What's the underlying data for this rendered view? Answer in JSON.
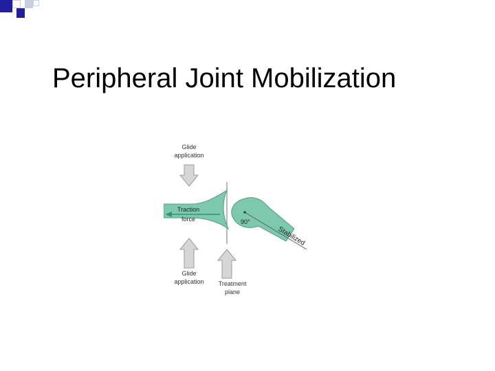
{
  "slide": {
    "title": "Peripheral Joint Mobilization",
    "accent_color": "#1f1fa0",
    "decor_color": "#c8cfe0"
  },
  "diagram": {
    "labels": {
      "glide_top_line1": "Glide",
      "glide_top_line2": "application",
      "traction_line1": "Traction",
      "traction_line2": "force",
      "angle": "90°",
      "stabilized": "Stabilized",
      "glide_bottom_line1": "Glide",
      "glide_bottom_line2": "application",
      "treatment_line1": "Treatment",
      "treatment_line2": "plane"
    },
    "colors": {
      "bone_fill": "#7cc9ae",
      "bone_stroke": "#4f9e86",
      "arrow_fill": "#d6d6d6",
      "arrow_stroke": "#9a9a9a",
      "traction_arrow": "#3a8f7a"
    }
  }
}
